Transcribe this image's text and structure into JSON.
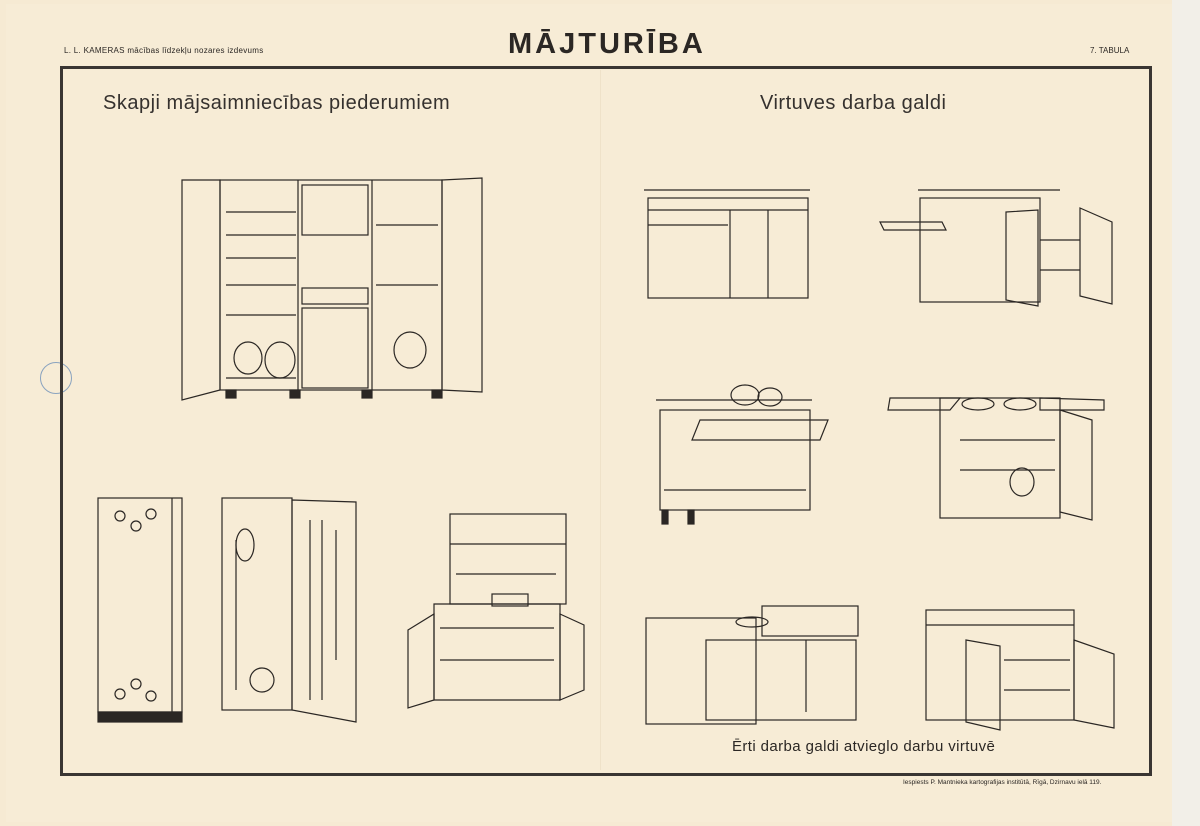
{
  "header": {
    "publisher": "L. L. KAMERAS mācības līdzekļu nozares izdevums",
    "title": "MĀJTURĪBA",
    "plate": "7. TABULA"
  },
  "sections": {
    "left_heading": "Skapji mājsaimniecības piederumiem",
    "right_heading": "Virtuves darba galdi",
    "caption": "Ērti darba galdi atvieglo darbu virtuvē"
  },
  "footer": {
    "printer": "Iespiests P. Mantnieka kartografijas institūtā, Rīgā, Dzirnavu ielā 119."
  },
  "colors": {
    "paper": "#f7ecd6",
    "ink": "#2b2724"
  }
}
